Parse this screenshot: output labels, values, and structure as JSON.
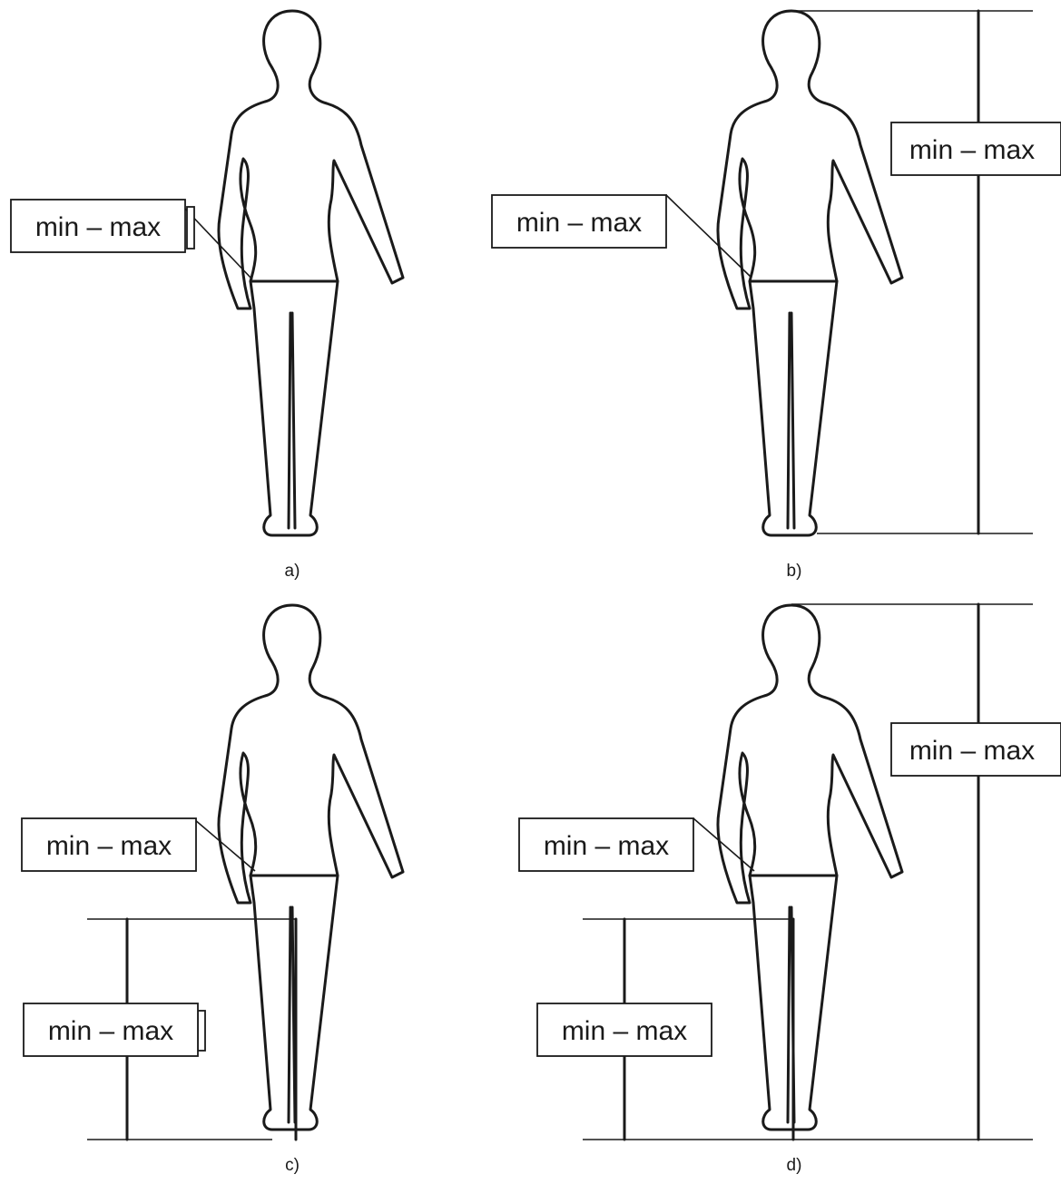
{
  "panels": [
    {
      "id": "a",
      "caption": "a)",
      "labels": {
        "waist": "min – max"
      }
    },
    {
      "id": "b",
      "caption": "b)",
      "labels": {
        "waist": "min – max",
        "height": "min – max"
      }
    },
    {
      "id": "c",
      "caption": "c)",
      "labels": {
        "waist": "min – max",
        "leg": "min – max"
      }
    },
    {
      "id": "d",
      "caption": "d)",
      "labels": {
        "waist": "min – max",
        "leg": "min – max",
        "height": "min – max"
      }
    }
  ]
}
